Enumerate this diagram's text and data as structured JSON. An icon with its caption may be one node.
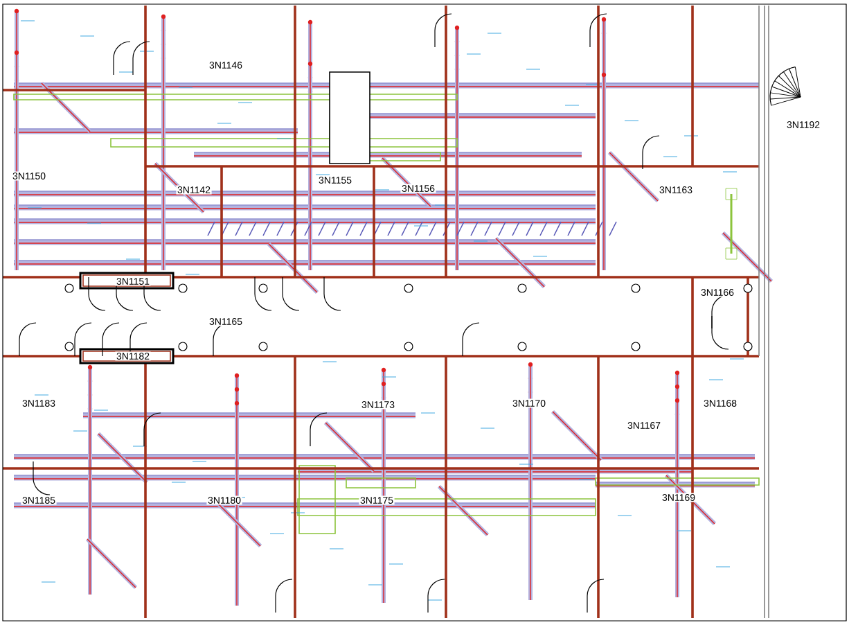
{
  "diagram": {
    "labels": [
      "3N1146",
      "3N1192",
      "3N1150",
      "3N1142",
      "3N1155",
      "3N1156",
      "3N1163",
      "3N1151",
      "3N1166",
      "3N1165",
      "3N1182",
      "3N1183",
      "3N1173",
      "3N1170",
      "3N1168",
      "3N1167",
      "3N1185",
      "3N1180",
      "3N1175",
      "3N1169"
    ]
  }
}
